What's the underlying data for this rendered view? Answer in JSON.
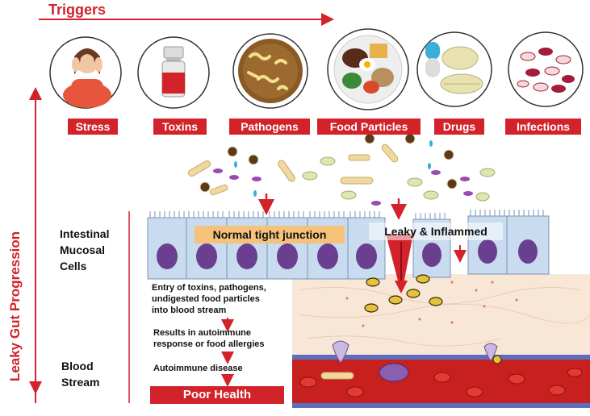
{
  "header": {
    "title": "Triggers"
  },
  "triggers": [
    {
      "label": "Stress",
      "icon": "stressed-woman-icon"
    },
    {
      "label": "Toxins",
      "icon": "spray-bottle-icon"
    },
    {
      "label": "Pathogens",
      "icon": "bacteria-dish-icon"
    },
    {
      "label": "Food Particles",
      "icon": "food-plate-icon"
    },
    {
      "label": "Drugs",
      "icon": "pills-icon"
    },
    {
      "label": "Infections",
      "icon": "infected-cells-icon"
    }
  ],
  "side": {
    "title": "Leaky Gut Progression"
  },
  "layers": {
    "mucosal": "Intestinal Mucosal Cells",
    "mucosal_lines": [
      "Intestinal",
      "Mucosal",
      "Cells"
    ],
    "blood_lines": [
      "Blood",
      "Stream"
    ]
  },
  "junctions": {
    "normal": "Normal tight junction",
    "leaky": "Leaky & Inflammed"
  },
  "steps": {
    "entry": [
      "Entry of toxins, pathogens,",
      "undigested food particles",
      "into blood stream"
    ],
    "autoimmune_response": [
      "Results in autoimmune",
      "response or food allergies"
    ],
    "autoimmune_disease": "Autoimmune disease"
  },
  "outcome": "Poor Health",
  "colors": {
    "accent_red": "#d2232a",
    "cell_fill": "#c9dbef",
    "nucleus": "#6a3f8f",
    "tissue": "#f8e6d6",
    "blood": "#c8201e",
    "label_highlight": "#f6c27a"
  }
}
